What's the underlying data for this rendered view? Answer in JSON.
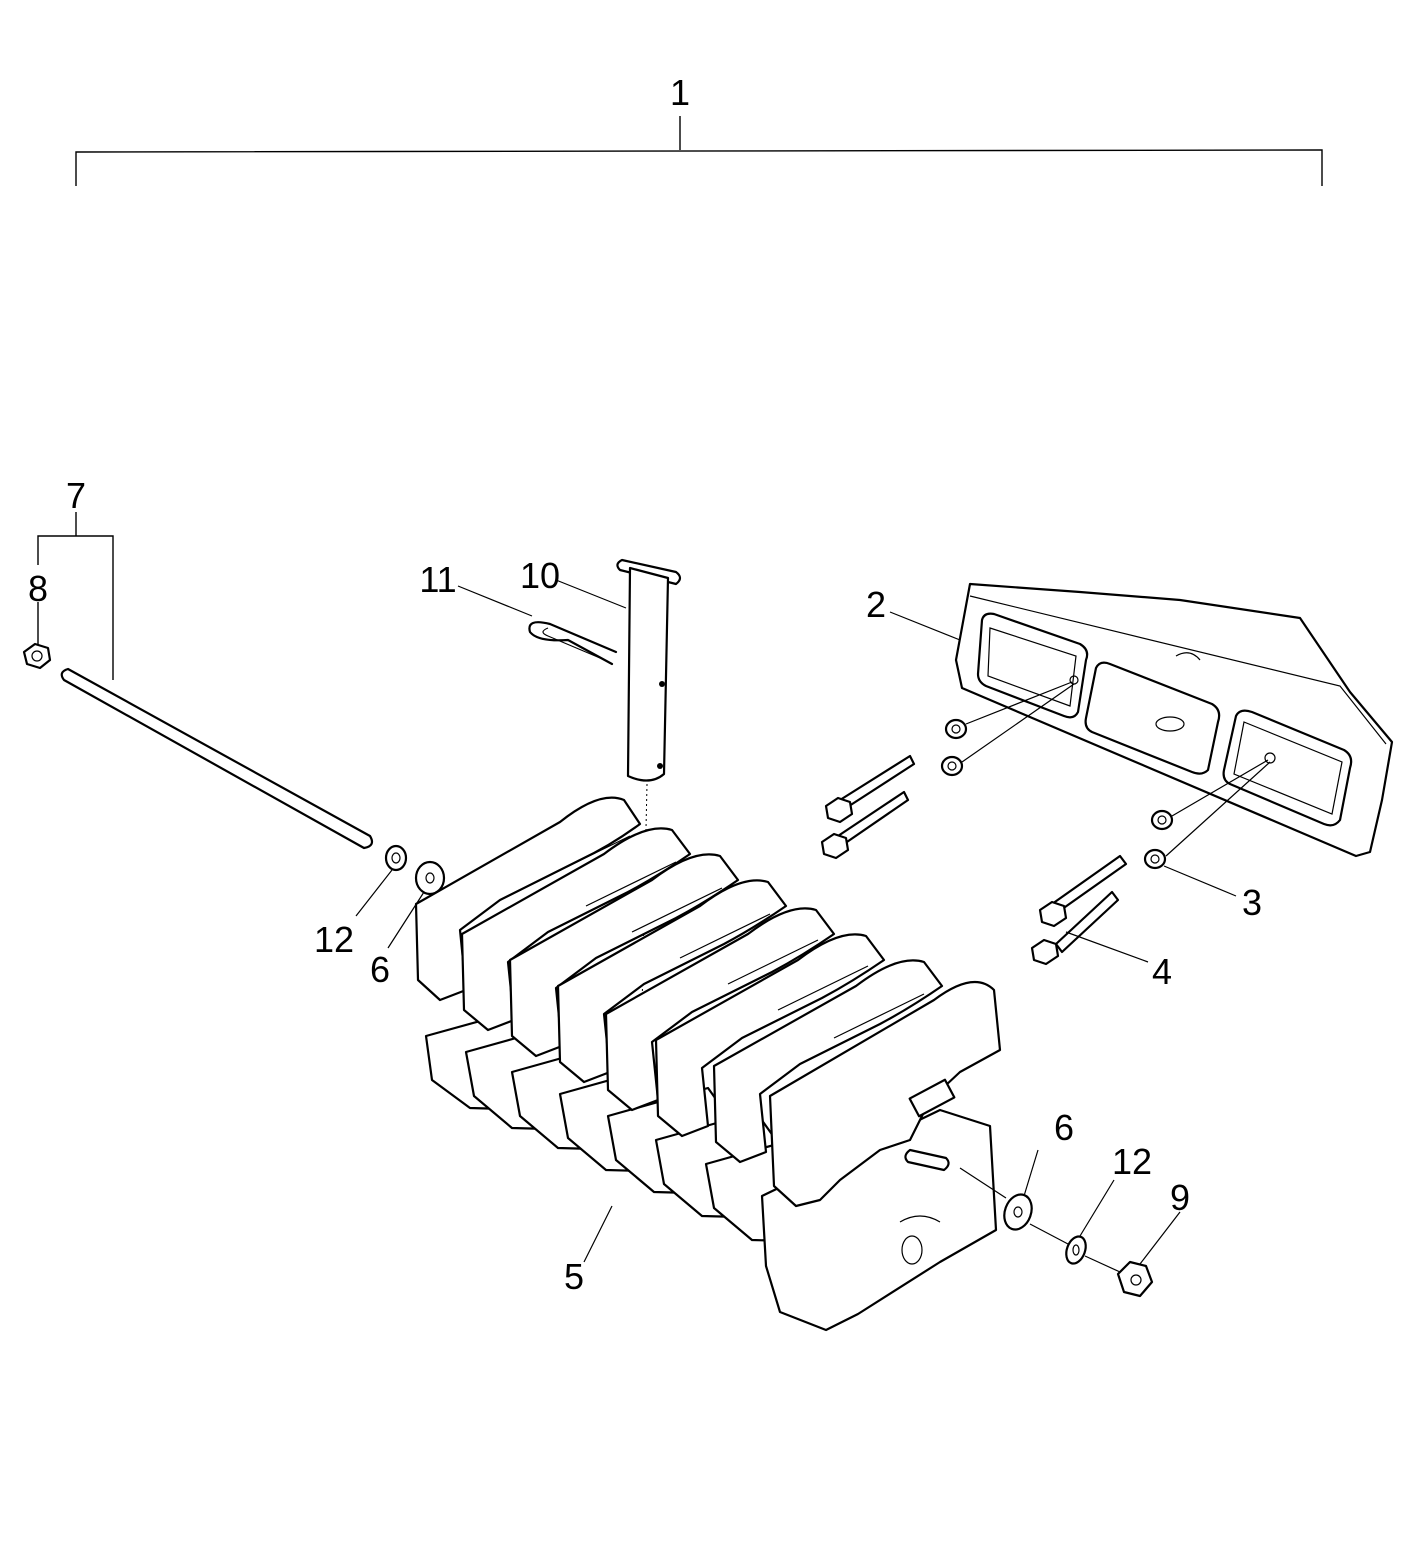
{
  "diagram": {
    "callouts": {
      "c1": "1",
      "c2": "2",
      "c3": "3",
      "c4": "4",
      "c5": "5",
      "c6a": "6",
      "c6b": "6",
      "c7": "7",
      "c8": "8",
      "c9": "9",
      "c10": "10",
      "c11": "11",
      "c12a": "12",
      "c12b": "12"
    }
  }
}
